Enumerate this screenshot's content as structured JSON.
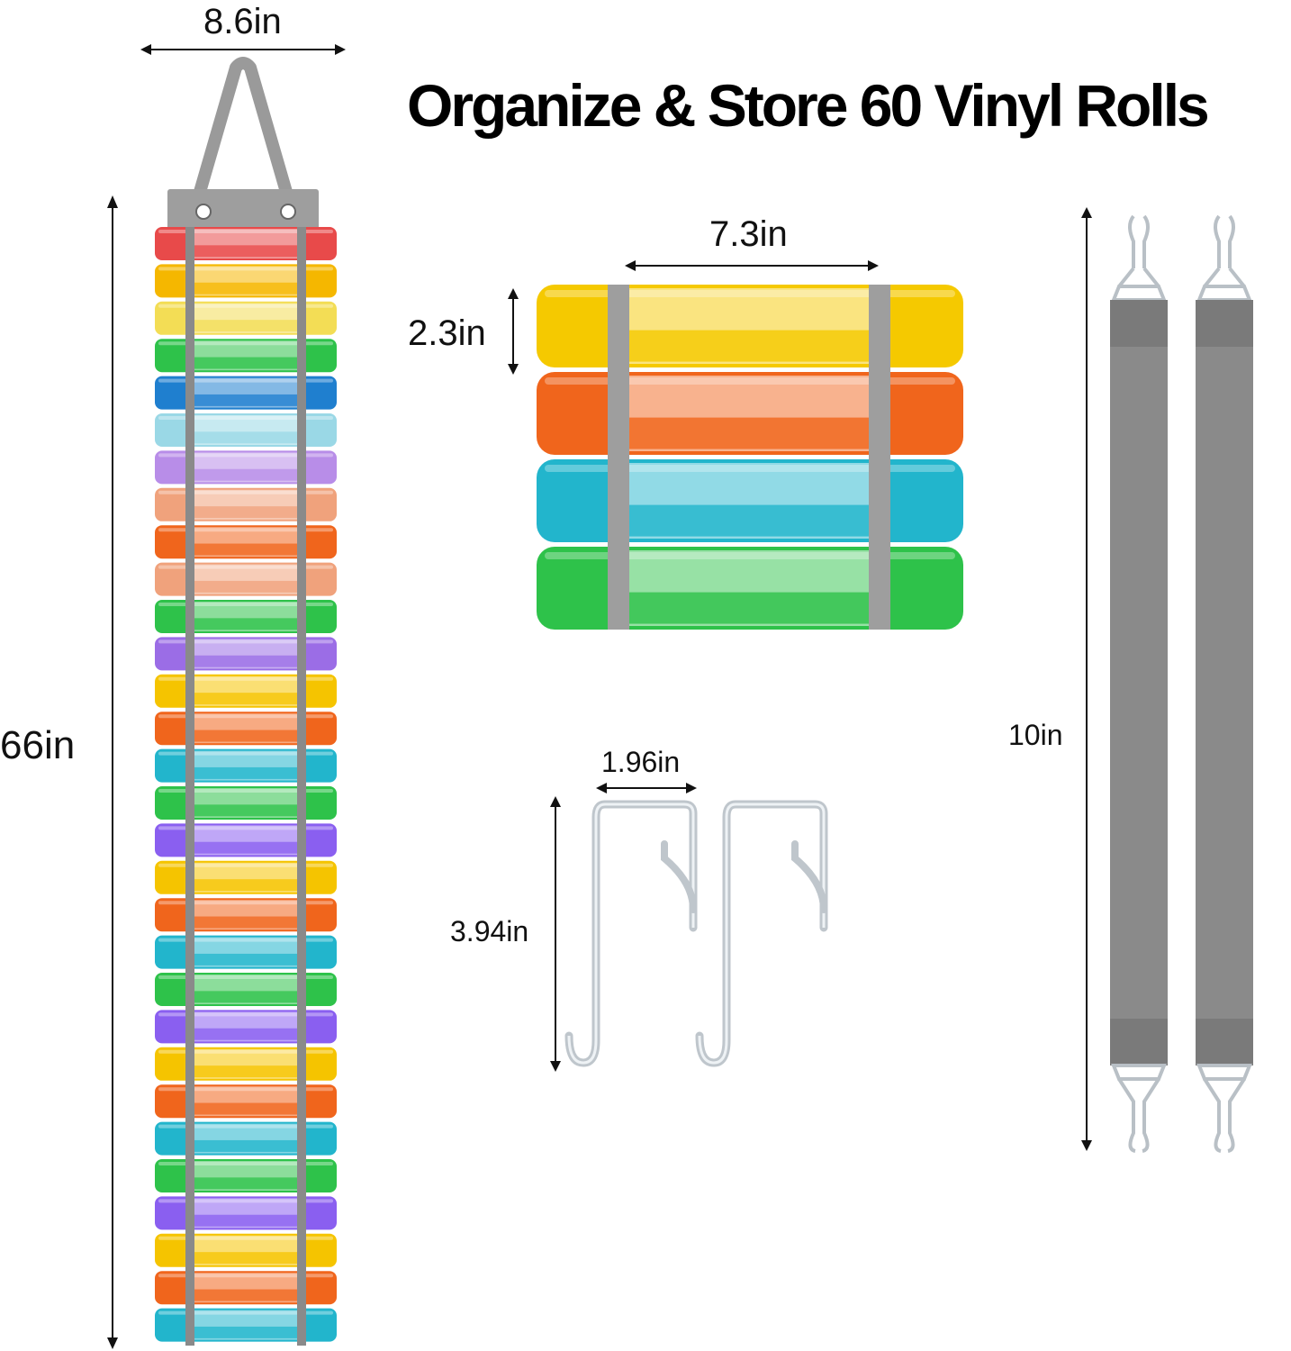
{
  "headline": "Organize & Store 60 Vinyl Rolls",
  "dimensions": {
    "organizer_width": "8.6in",
    "organizer_length": "66in",
    "roll_width": "7.3in",
    "roll_diameter": "2.3in",
    "hook_width": "1.96in",
    "hook_height": "3.94in",
    "strap_length": "10in"
  },
  "colors": {
    "strap_gray": "#8a8a8a",
    "frame_gray": "#9e9e9e",
    "roll_colors_tall": [
      "#e84a4a",
      "#f5b700",
      "#f3dd55",
      "#2ec24a",
      "#1f7fcf",
      "#9ad8e6",
      "#b88de8",
      "#f0a27c",
      "#f0651c",
      "#f0a27c",
      "#2ec24a",
      "#9b6de6",
      "#f5c400",
      "#f0651c",
      "#22b5cc",
      "#2ec24a",
      "#8a5ff0",
      "#f5c400",
      "#f0651c",
      "#22b5cc",
      "#2ec24a",
      "#8a5ff0",
      "#f5c400",
      "#f0651c",
      "#22b5cc",
      "#2ec24a",
      "#8a5ff0",
      "#f5c400",
      "#f0651c",
      "#22b5cc"
    ],
    "roll_colors_detail": [
      "#f5c900",
      "#f0651c",
      "#22b5cc",
      "#2ec24a"
    ]
  }
}
